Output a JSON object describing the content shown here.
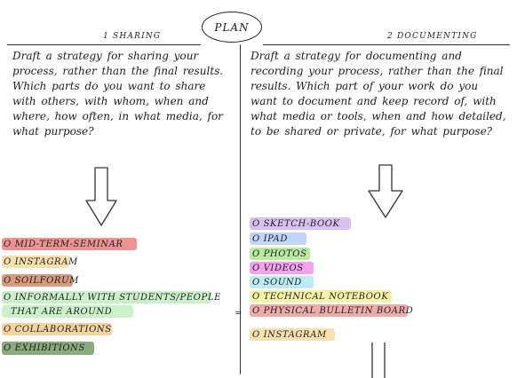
{
  "header": {
    "title": "PLAN",
    "left_heading": "1 SHARING",
    "right_heading": "2 DOCUMENTING"
  },
  "left": {
    "paragraph": "Draft a strategy for sharing your process, rather than the final results. Which parts do you want to share with others, with whom, when and where, how often, in what media, for what purpose?",
    "items": [
      {
        "label": "o MID-TERM-SEMINAR",
        "color": "#e8696a"
      },
      {
        "label": "o INSTAGRAM",
        "color": "#f6d58e"
      },
      {
        "label": "o SOILFORUM",
        "color": "#c9744e"
      },
      {
        "label": "o INFORMALLY WITH STUDENTS/PEOPLE",
        "color": "#b7ecb5"
      },
      {
        "label": "THAT ARE AROUND",
        "color": "#b7ecb5"
      },
      {
        "label": "o COLLABORATIONS",
        "color": "#f1c27d"
      },
      {
        "label": "o EXHIBITIONS",
        "color": "#5d8a4a"
      }
    ]
  },
  "right": {
    "paragraph": "Draft a strategy for documenting and recording your process, rather than the final results. Which part of your work do you want to document and keep record of, with what media or tools, when and how detailed, to be shared or private, for what purpose?",
    "items": [
      {
        "label": "o SKETCH-BOOK",
        "color": "#c9a8ee"
      },
      {
        "label": "o IPAD",
        "color": "#a8c4f2"
      },
      {
        "label": "o PHOTOS",
        "color": "#9fe07e"
      },
      {
        "label": "o VIDEOS",
        "color": "#ee7fe8"
      },
      {
        "label": "o SOUND",
        "color": "#a4e3ee"
      },
      {
        "label": "o TECHNICAL NOTEBOOK",
        "color": "#f3ee86"
      },
      {
        "label": "o PHYSICAL BULLETIN BOARD",
        "color": "#e88a8a"
      },
      {
        "label": "o INSTAGRAM",
        "color": "#f6d58e"
      }
    ]
  },
  "icons": {
    "left_arrow": "down-arrow-icon",
    "right_arrow": "down-arrow-icon"
  }
}
